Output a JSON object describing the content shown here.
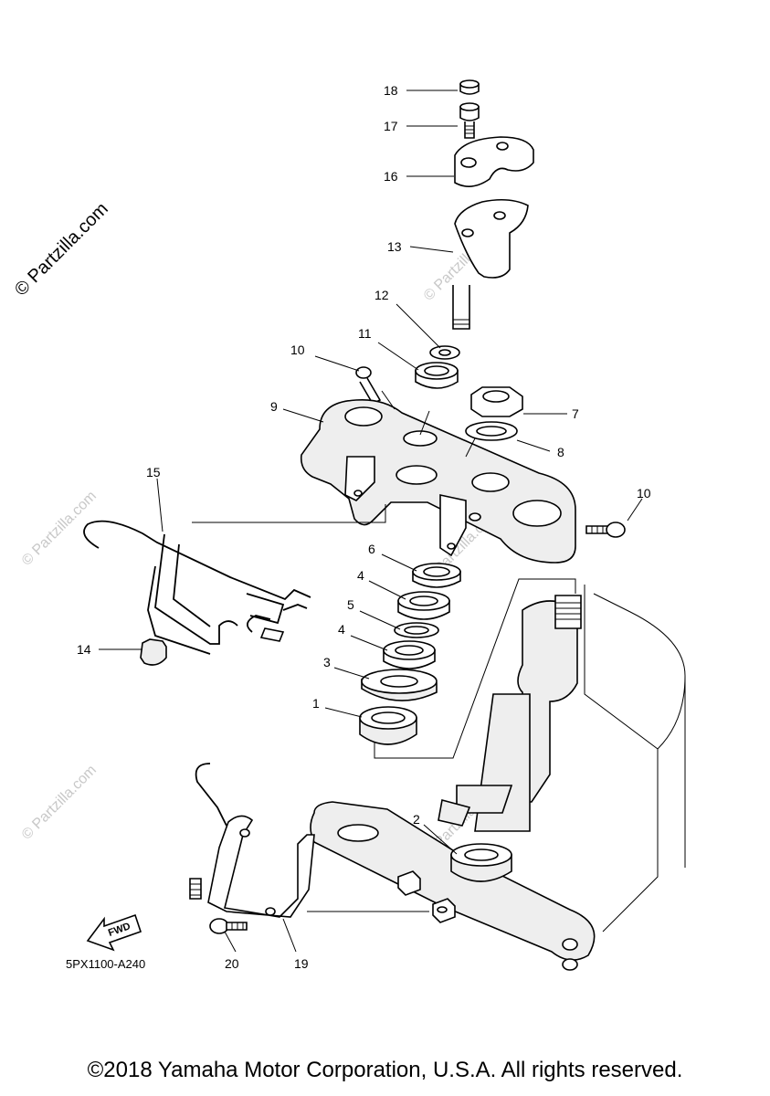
{
  "watermark": {
    "main": "© Partzilla.com",
    "faint": "© Partzilla.com"
  },
  "callouts": {
    "p1": "1",
    "p2": "2",
    "p3": "3",
    "p4a": "4",
    "p4b": "4",
    "p5": "5",
    "p6": "6",
    "p7": "7",
    "p8": "8",
    "p9": "9",
    "p10a": "10",
    "p10b": "10",
    "p11": "11",
    "p12": "12",
    "p13": "13",
    "p14": "14",
    "p15": "15",
    "p16": "16",
    "p17": "17",
    "p18": "18",
    "p19": "19",
    "p20": "20"
  },
  "fwd_label": "FWD",
  "diagram_code": "5PX1100-A240",
  "copyright": "©2018 Yamaha Motor Corporation, U.S.A. All rights reserved."
}
